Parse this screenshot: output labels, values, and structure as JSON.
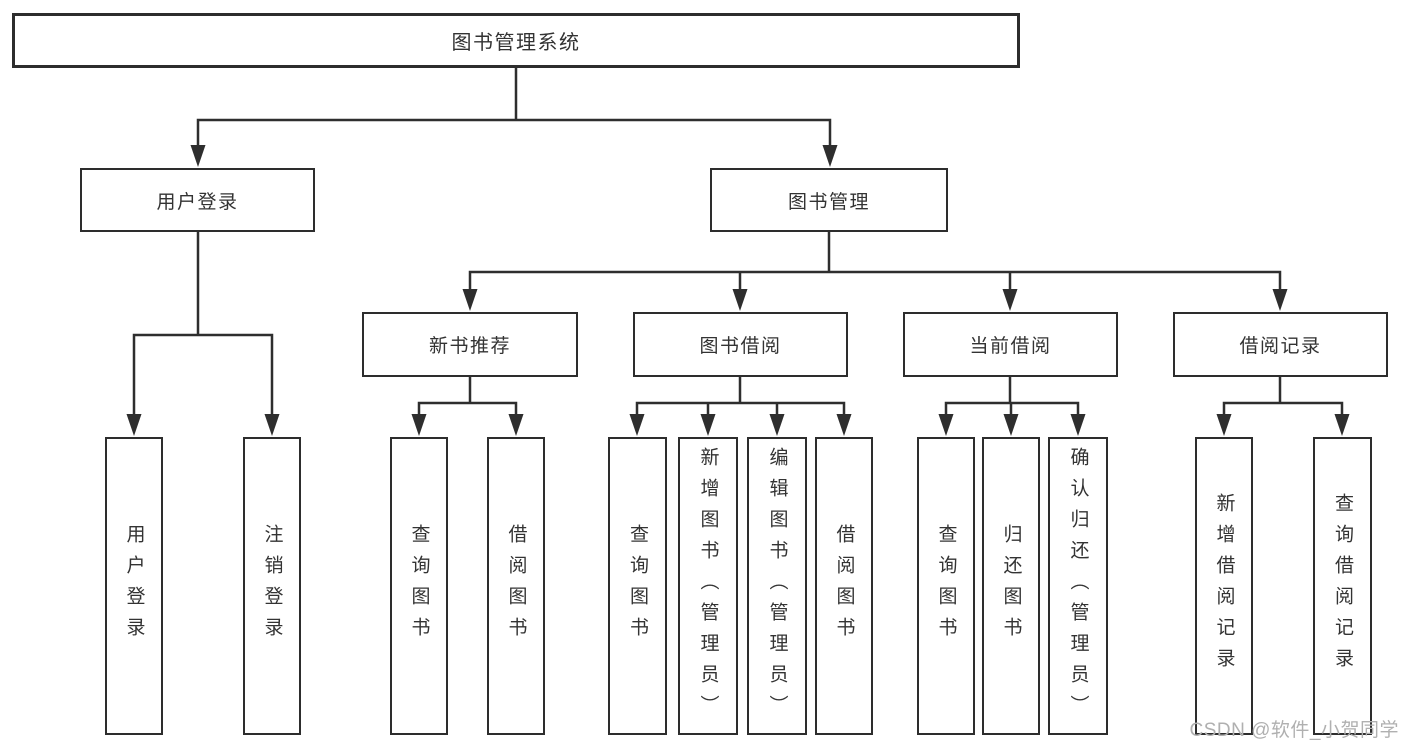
{
  "nodes": {
    "root": "图书管理系统",
    "login": "用户登录",
    "mgmt": "图书管理",
    "rec": "新书推荐",
    "borrow": "图书借阅",
    "current": "当前借阅",
    "records": "借阅记录",
    "login_user": "用户登录",
    "login_logout": "注销登录",
    "rec_query": "查询图书",
    "rec_borrow": "借阅图书",
    "borrow_query": "查询图书",
    "borrow_add": "新增图书（管理员）",
    "borrow_edit": "编辑图书（管理员）",
    "borrow_do": "借阅图书",
    "current_query": "查询图书",
    "current_return": "归还图书",
    "current_confirm": "确认归还（管理员）",
    "records_add": "新增借阅记录",
    "records_query": "查询借阅记录"
  },
  "hierarchy": {
    "图书管理系统": {
      "用户登录": [
        "用户登录",
        "注销登录"
      ],
      "图书管理": {
        "新书推荐": [
          "查询图书",
          "借阅图书"
        ],
        "图书借阅": [
          "查询图书",
          "新增图书（管理员）",
          "编辑图书（管理员）",
          "借阅图书"
        ],
        "当前借阅": [
          "查询图书",
          "归还图书",
          "确认归还（管理员）"
        ],
        "借阅记录": [
          "新增借阅记录",
          "查询借阅记录"
        ]
      }
    }
  },
  "watermark": "CSDN @软件_小贺同学",
  "colors": {
    "line": "#2e2e2e",
    "border": "#2d2d2d",
    "text": "#333333",
    "box_background": "#ffffff",
    "watermark": "#b0b0b0",
    "background": "#ffffff"
  }
}
